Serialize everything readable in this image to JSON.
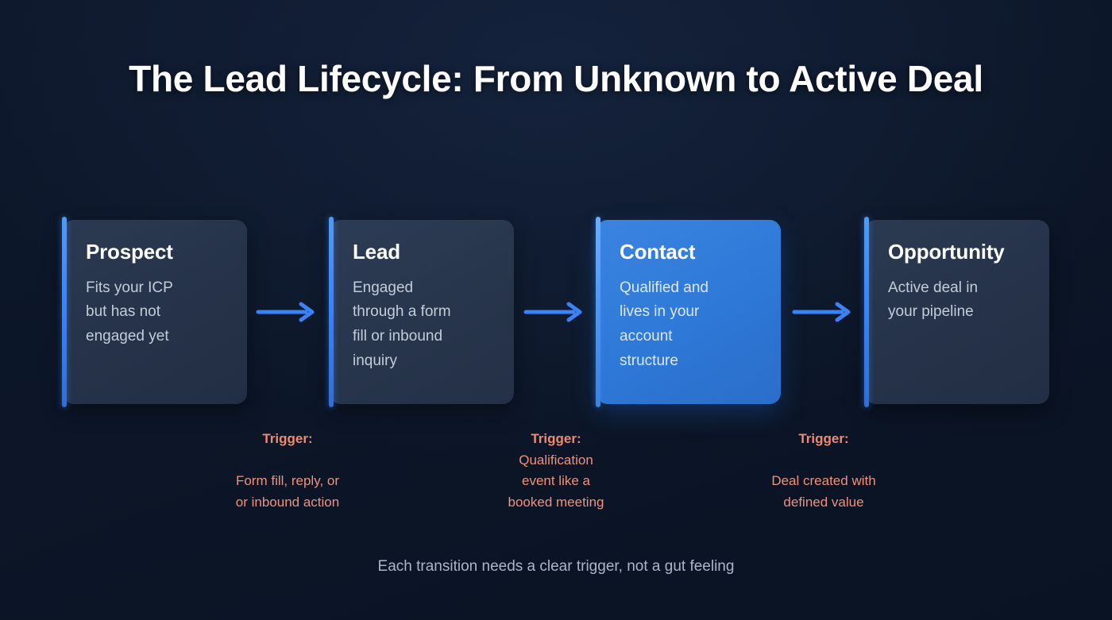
{
  "title": "The Lead Lifecycle: From Unknown to Active Deal",
  "colors": {
    "background": "#0c1628",
    "accent_blue": "#3b82f6",
    "active_card": "#2f79d8",
    "card_dim": "#26334a",
    "trigger_text": "#f0917c",
    "title_text": "#ffffff",
    "body_text": "#c3ccda",
    "footer_text": "#aab6c8"
  },
  "stages": [
    {
      "name": "Prospect",
      "description": "Fits your ICP\nbut has not\nengaged yet",
      "active": false
    },
    {
      "name": "Lead",
      "description": "Engaged\nthrough a form\nfill or inbound\ninquiry",
      "active": false
    },
    {
      "name": "Contact",
      "description": "Qualified and\nlives in your\naccount\nstructure",
      "active": true
    },
    {
      "name": "Opportunity",
      "description": "Active deal in\nyour pipeline",
      "active": false
    }
  ],
  "transitions": [
    {
      "label": "Trigger:",
      "body": "\nForm fill, reply, or\nor inbound action"
    },
    {
      "label": "Trigger:",
      "body": "Qualification\nevent like a\nbooked meeting"
    },
    {
      "label": "Trigger:",
      "body": "\nDeal created with\ndefined value"
    }
  ],
  "footer_note": "Each transition needs a clear trigger, not a gut feeling"
}
